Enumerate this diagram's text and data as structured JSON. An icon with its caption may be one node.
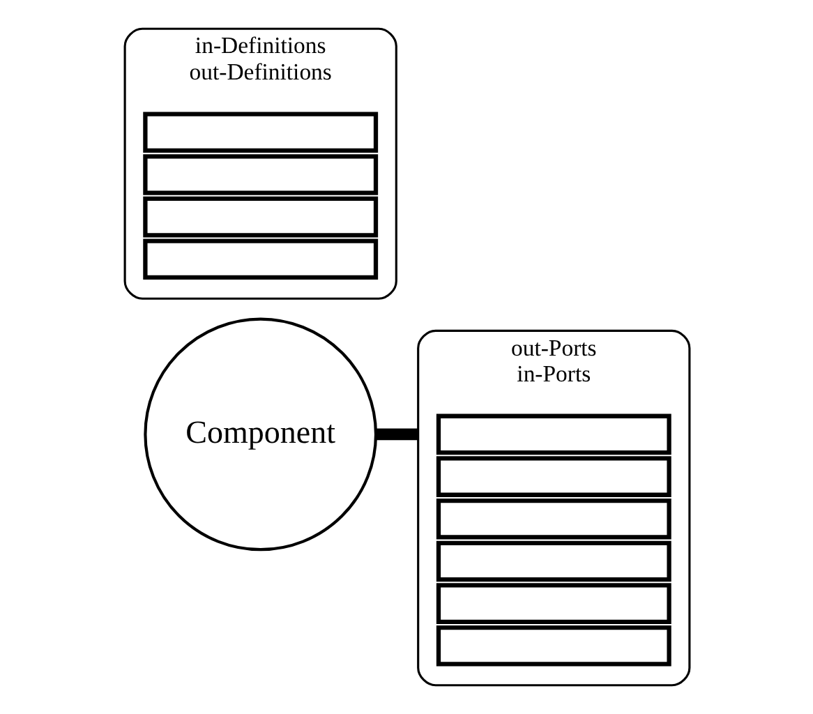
{
  "diagram": {
    "nodes": [
      {
        "text": [
          "Component"
        ]
      },
      {
        "text": [
          "in-Definitions",
          "out-Definitions"
        ]
      },
      {
        "text": [],
        "shape": "box",
        "in": 1
      },
      {
        "text": [],
        "shape": "box",
        "in": 1
      },
      {
        "text": [],
        "shape": "box",
        "in": 1
      },
      {
        "text": [],
        "shape": "box",
        "in": 1
      },
      {
        "text": [
          "out-Ports",
          "in-Ports"
        ]
      },
      {
        "text": [],
        "shape": "box",
        "in": 6
      },
      {
        "text": [],
        "shape": "box",
        "in": 6
      },
      {
        "text": [],
        "shape": "box",
        "in": 6
      },
      {
        "text": [],
        "shape": "box",
        "in": 6
      },
      {
        "text": [],
        "shape": "box",
        "in": 6
      },
      {
        "text": [],
        "shape": "box",
        "in": 6
      }
    ],
    "edges": [
      {
        "from": 0,
        "to": 6,
        "arrow": "none"
      }
    ]
  }
}
